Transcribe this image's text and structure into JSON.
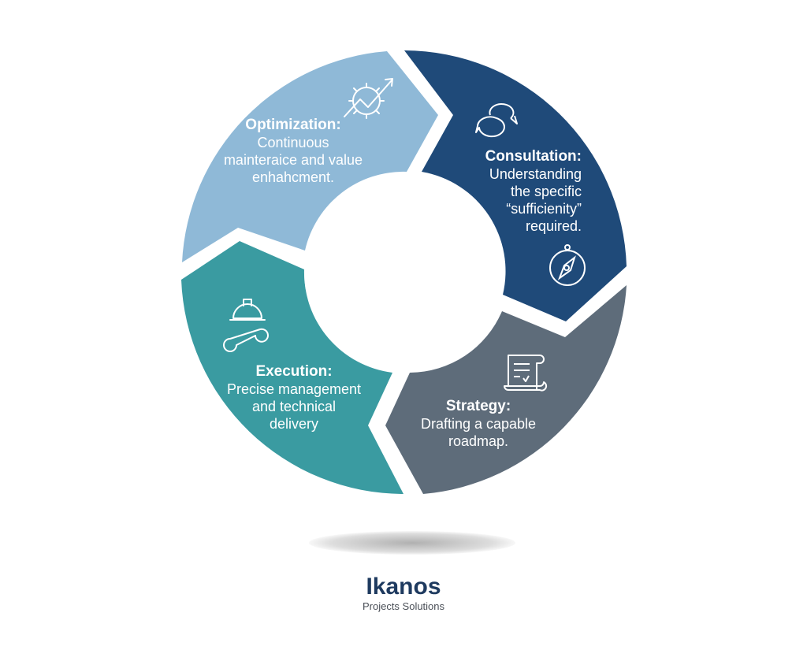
{
  "diagram": {
    "type": "cycle",
    "segments": [
      {
        "id": "optimization",
        "title": "Optimization:",
        "description_lines": [
          "Continuous",
          "mainteraice and value",
          "enhahcment."
        ],
        "icon": "gear-growth-arrow-icon",
        "color": "#8fb9d7"
      },
      {
        "id": "consultation",
        "title": "Consultation:",
        "description_lines": [
          "Understanding",
          "the specific",
          "“sufficienity”",
          "required."
        ],
        "icons": [
          "speech-bubbles-icon",
          "compass-icon"
        ],
        "color": "#1f4a79"
      },
      {
        "id": "strategy",
        "title": "Strategy:",
        "description_lines": [
          "Drafting a capable",
          "roadmap."
        ],
        "icon": "scroll-document-icon",
        "color": "#5e6c7a"
      },
      {
        "id": "execution",
        "title": "Execution:",
        "description_lines": [
          "Precise management",
          "and technical",
          "delivery"
        ],
        "icon": "hardhat-wrench-icon",
        "color": "#3a9ba1"
      }
    ]
  },
  "brand": {
    "name": "Ikanos",
    "tagline": "Projects Solutions",
    "color": "#1e3a5f"
  }
}
